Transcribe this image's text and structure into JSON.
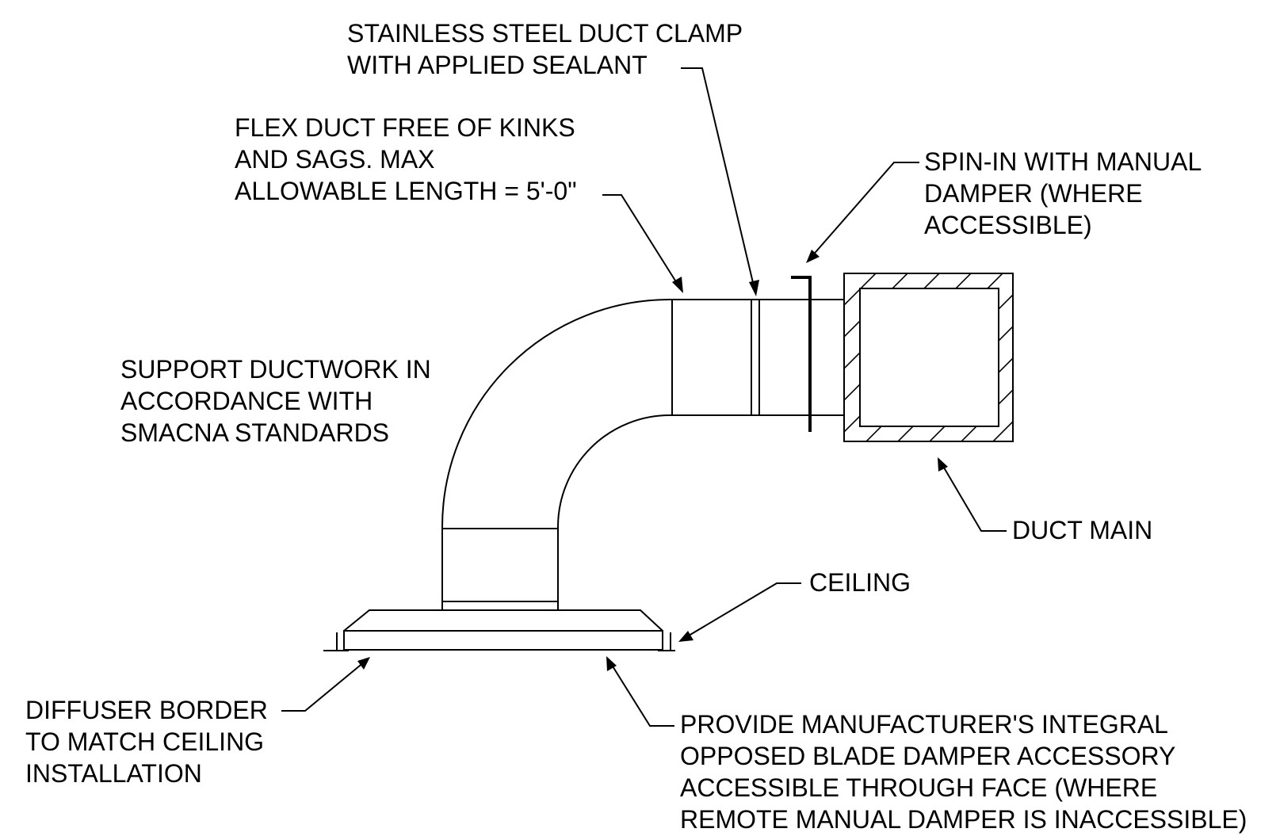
{
  "notes": {
    "clamp": [
      "STAINLESS STEEL DUCT CLAMP",
      "WITH APPLIED SEALANT"
    ],
    "flex": [
      "FLEX DUCT FREE OF KINKS",
      "AND SAGS.  MAX",
      "ALLOWABLE LENGTH = 5'-0\""
    ],
    "spin_in": [
      "SPIN-IN WITH MANUAL",
      "DAMPER (WHERE",
      "ACCESSIBLE)"
    ],
    "support": [
      "SUPPORT DUCTWORK IN",
      "ACCORDANCE WITH",
      "SMACNA STANDARDS"
    ],
    "duct_main": [
      "DUCT MAIN"
    ],
    "ceiling": [
      "CEILING"
    ],
    "diffuser": [
      "DIFFUSER BORDER",
      "TO MATCH CEILING",
      "INSTALLATION"
    ],
    "damper": [
      "PROVIDE MANUFACTURER'S INTEGRAL",
      "OPPOSED BLADE DAMPER ACCESSORY",
      "ACCESSIBLE THROUGH FACE (WHERE",
      "REMOTE MANUAL DAMPER IS INACCESSIBLE)"
    ]
  }
}
